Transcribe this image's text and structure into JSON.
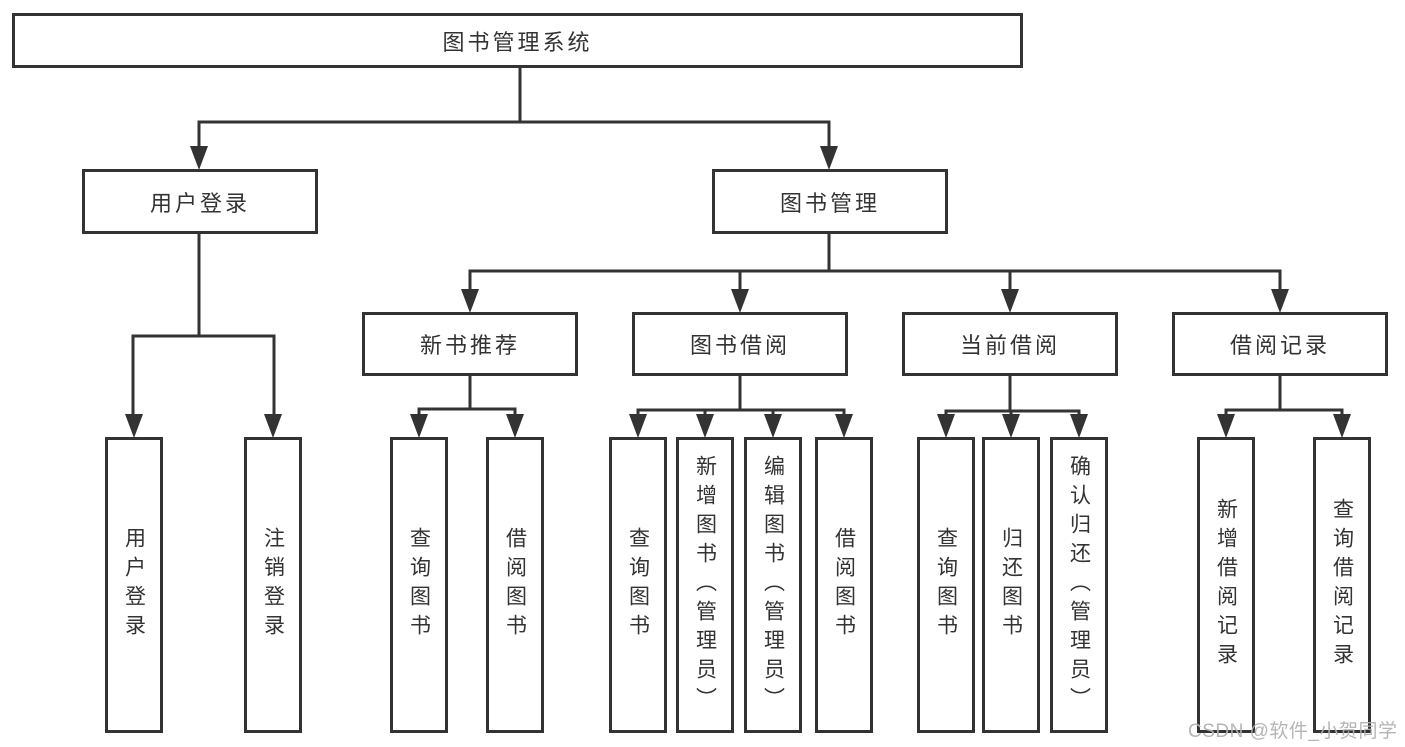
{
  "tree": {
    "root": {
      "label": "图书管理系统"
    },
    "branches": [
      {
        "label": "用户登录",
        "children": [
          {
            "label": "用户登录"
          },
          {
            "label": "注销登录"
          }
        ]
      },
      {
        "label": "图书管理",
        "children": [
          {
            "label": "新书推荐",
            "children": [
              {
                "label": "查询图书"
              },
              {
                "label": "借阅图书"
              }
            ]
          },
          {
            "label": "图书借阅",
            "children": [
              {
                "label": "查询图书"
              },
              {
                "label": "新增图书（管理员）"
              },
              {
                "label": "编辑图书（管理员）"
              },
              {
                "label": "借阅图书"
              }
            ]
          },
          {
            "label": "当前借阅",
            "children": [
              {
                "label": "查询图书"
              },
              {
                "label": "归还图书"
              },
              {
                "label": "确认归还（管理员）"
              }
            ]
          },
          {
            "label": "借阅记录",
            "children": [
              {
                "label": "新增借阅记录"
              },
              {
                "label": "查询借阅记录"
              }
            ]
          }
        ]
      }
    ]
  },
  "watermark": "CSDN @软件_小贺同学",
  "colors": {
    "line": "#333333",
    "text": "#333333",
    "background": "#ffffff",
    "watermark": "#b2b2b2"
  }
}
